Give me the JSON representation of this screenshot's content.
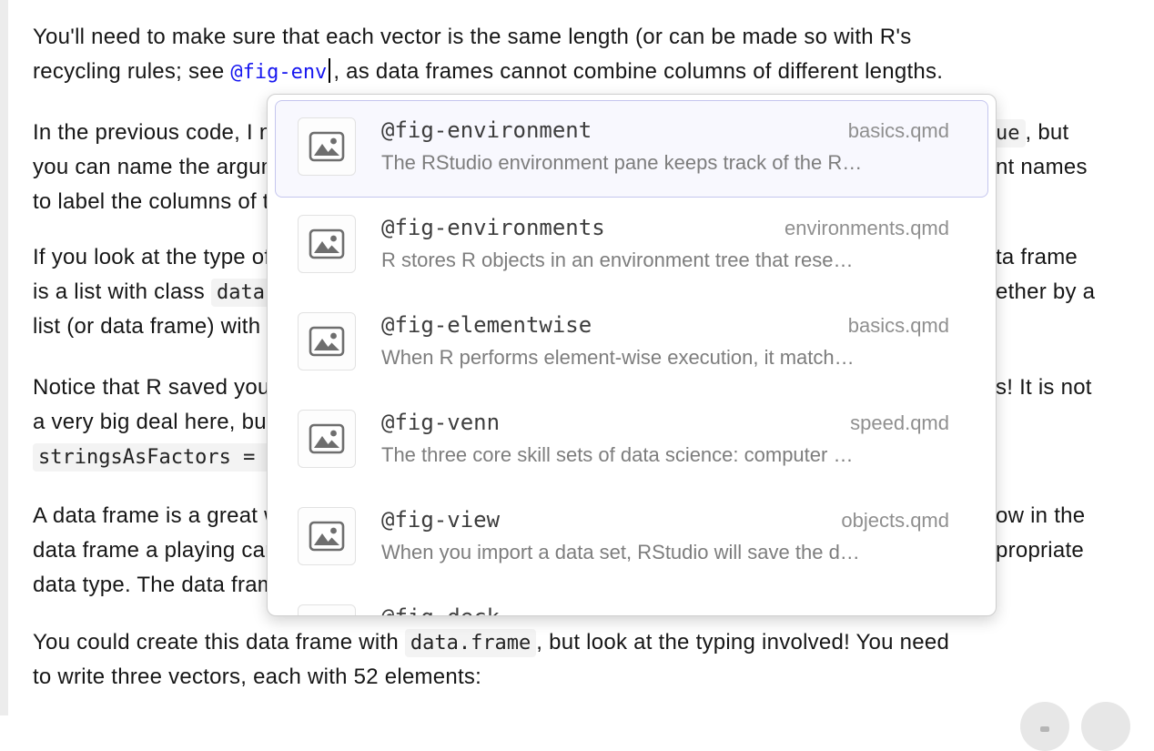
{
  "editor": {
    "prose": {
      "p1l1": "You'll need to make sure that each vector is the same length (or can be made so with R's",
      "p1l2_pre": "recycling rules; see ",
      "p1l2_ref": "@fig-env",
      "p1l2_post": ", as data frames cannot combine columns of different lengths.",
      "p2l1_left": "In the previous code, I named the arguments in",
      "p2l1_right_code": "ue",
      "p2l1_right_post": ", but",
      "p2l2_left": "you can name the arguments whatever you like.",
      "p2l2_right": "nt names",
      "p2l3_left": "to label the columns of the data frame.",
      "p3l1_left": "If you look at the type of a data frame, you will see",
      "p3l1_right": "ta frame",
      "p3l2_left_pre": "is a list with class ",
      "p3l2_left_code": "data.frame",
      "p3l2_right": "ether by a",
      "p3l3_left": "list (or data frame) with the",
      "p4l1_left": "Notice that R saved your character strings as factors.",
      "p4l1_right": "s! It is not",
      "p4l2_left": "a very big deal here, but you can prevent this",
      "p4l3_code": "stringsAsFactors = FALSE",
      "p5l1_left": "A data frame is a great way to build an entire deck",
      "p5l1_right": "ow in the",
      "p5l2_left": "data frame a playing card, and each column a type",
      "p5l2_right": "propriate",
      "p5l3_left": "data type. The data frame would look something like",
      "p6l1_pre": "You could create this data frame with ",
      "p6l1_code": "data.frame",
      "p6l1_post": ", but look at the typing involved! You need",
      "p6l2": "to write three vectors, each with 52 elements:"
    }
  },
  "autocomplete": {
    "items": [
      {
        "label": "@fig-environment",
        "file": "basics.qmd",
        "desc": "The RStudio environment pane keeps track of the R…",
        "selected": true
      },
      {
        "label": "@fig-environments",
        "file": "environments.qmd",
        "desc": "R stores R objects in an environment tree that rese…",
        "selected": false
      },
      {
        "label": "@fig-elementwise",
        "file": "basics.qmd",
        "desc": "When R performs element-wise execution, it match…",
        "selected": false
      },
      {
        "label": "@fig-venn",
        "file": "speed.qmd",
        "desc": "The three core skill sets of data science: computer …",
        "selected": false
      },
      {
        "label": "@fig-view",
        "file": "objects.qmd",
        "desc": "When you import a data set, RStudio will save the d…",
        "selected": false
      },
      {
        "label": "@fig-deck",
        "file": "",
        "desc": "",
        "selected": false,
        "partial": true
      }
    ]
  },
  "colors": {
    "crossref_blue": "#1717f0",
    "selected_item_bg": "#f8f8fe",
    "selected_item_border": "#c5c6ee",
    "code_span_bg": "#f3f3f3",
    "popup_border": "#cfcfcf"
  },
  "icons": {
    "suggestion_icon": "image-icon"
  }
}
